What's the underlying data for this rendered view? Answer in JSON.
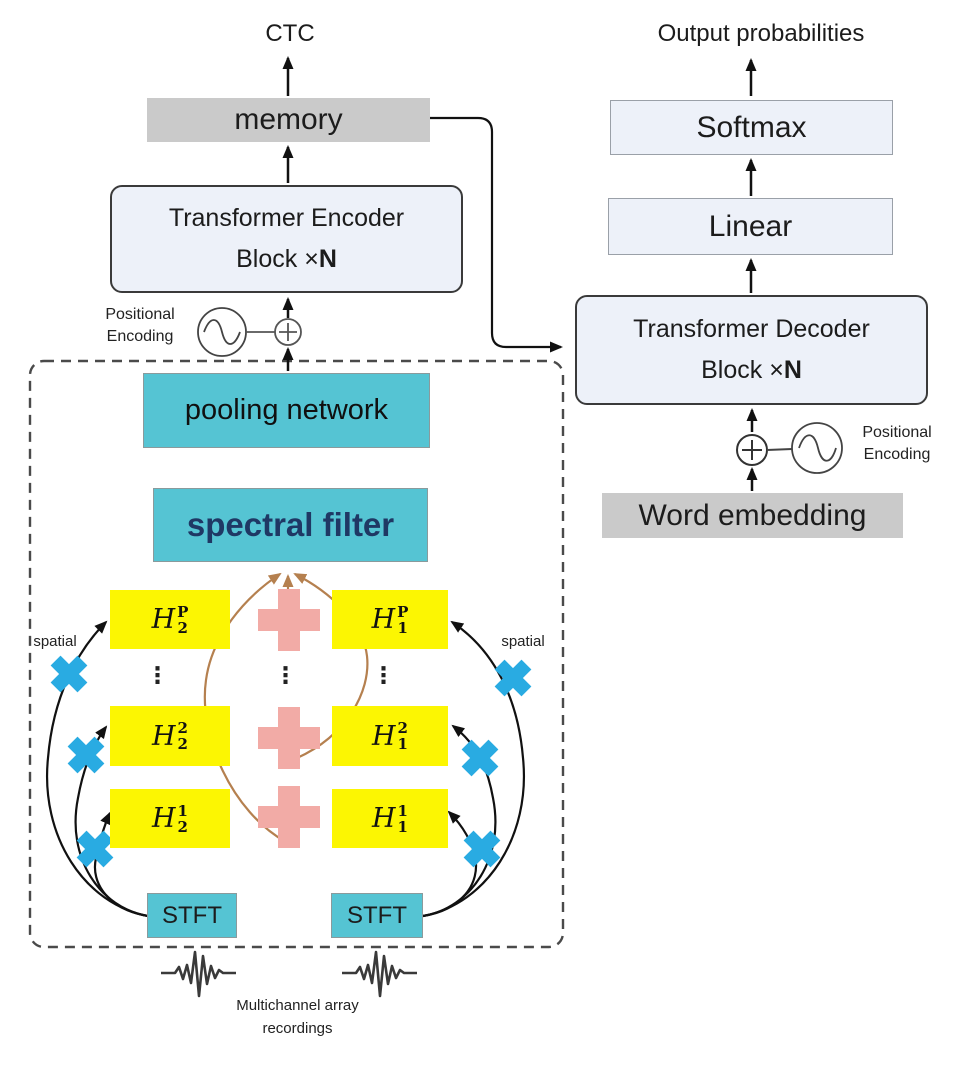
{
  "colors": {
    "teal": "#55C4D3",
    "yellow": "#FCF602",
    "pink_plus": "#F2ABA6",
    "blue_cross": "#29ABE2",
    "tan_arrow": "#B5804F",
    "block_fill": "#EDF1F9",
    "gray_bar": "#CACACA",
    "spectral_text": "#1F3864"
  },
  "encoder_stack": {
    "ctc": "CTC",
    "memory": "memory",
    "block_line1": "Transformer Encoder",
    "block_line2_prefix": "Block ×",
    "block_line2_n": "N",
    "pos_enc_line1": "Positional",
    "pos_enc_line2": "Encoding"
  },
  "decoder_stack": {
    "output": "Output probabilities",
    "softmax": "Softmax",
    "linear": "Linear",
    "block_line1": "Transformer Decoder",
    "block_line2_prefix": "Block ×",
    "block_line2_n": "N",
    "pos_enc_line1": "Positional",
    "pos_enc_line2": "Encoding",
    "word_embedding": "Word embedding"
  },
  "frontend": {
    "pooling": "pooling network",
    "spectral": "spectral filter",
    "dots": "⋮",
    "spatial_left": "spatial",
    "spatial_right": "spatial",
    "stft_left": "STFT",
    "stft_right": "STFT",
    "caption_line1": "Multichannel array",
    "caption_line2": "recordings",
    "grid": {
      "left": [
        {
          "base": "H",
          "sub": "2",
          "sup": "P"
        },
        {
          "base": "H",
          "sub": "2",
          "sup": "2"
        },
        {
          "base": "H",
          "sub": "2",
          "sup": "1"
        }
      ],
      "right": [
        {
          "base": "H",
          "sub": "1",
          "sup": "P"
        },
        {
          "base": "H",
          "sub": "1",
          "sup": "2"
        },
        {
          "base": "H",
          "sub": "1",
          "sup": "1"
        }
      ]
    }
  }
}
